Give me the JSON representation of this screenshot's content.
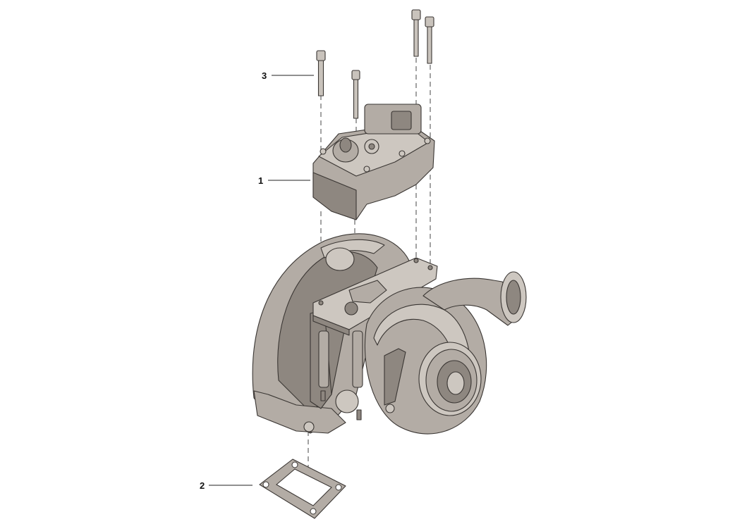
{
  "colors": {
    "part_fill": "#b3aca5",
    "part_fill_dark": "#8e8780",
    "part_fill_light": "#cdc7c0",
    "outline": "#3a3633",
    "bolt_fill": "#c9c3bc"
  },
  "callouts": {
    "actuator": "1",
    "gasket": "2",
    "bolt": "3"
  }
}
